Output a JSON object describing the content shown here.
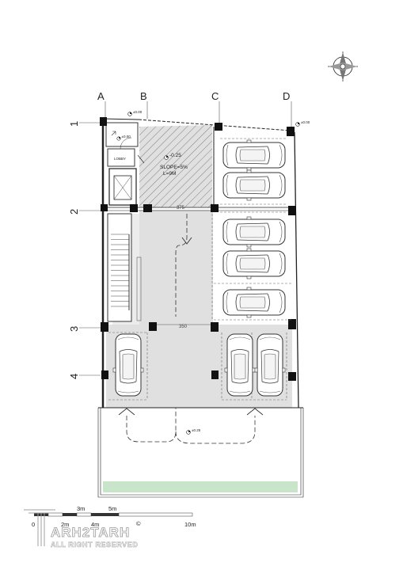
{
  "grid": {
    "columns": [
      "A",
      "B",
      "C",
      "D"
    ],
    "rows": [
      "1",
      "2",
      "3",
      "4"
    ]
  },
  "labels": {
    "lobby": "LOBBY",
    "ramp_slope": "SLOPE=5%",
    "ramp_length": "L=9M",
    "dim_top": "375",
    "dim_mid": "350",
    "level_top_left": "±0.00",
    "level_top_right": "±0.00",
    "level_lobby": "±0.00",
    "level_ramp": "-0.25",
    "level_yard": "±0.25"
  },
  "scale_bar": {
    "upper_labels": [
      "3m",
      "5m"
    ],
    "lower_labels": [
      "0",
      "2m",
      "4m",
      "10m"
    ]
  },
  "watermark": {
    "brand": "ARH2TARH",
    "registered": "©",
    "tagline": "ALL RIGHT RESERVED"
  },
  "colors": {
    "floor_gray": "#e0e0e0",
    "garden_green": "#c9e5c9",
    "wall_black": "#111111"
  }
}
